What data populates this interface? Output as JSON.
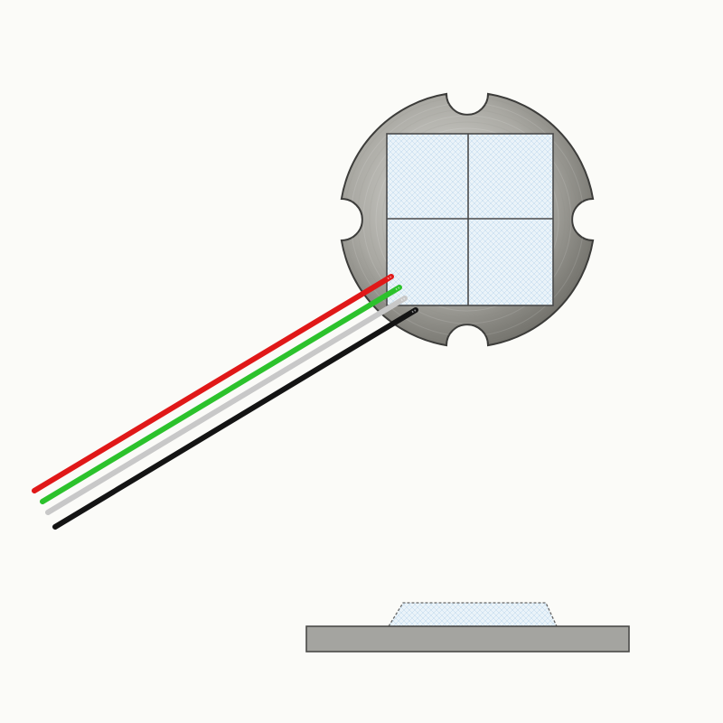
{
  "figure": {
    "background": "#fbfbf8",
    "components": [
      {
        "name": "star-led-board",
        "kind": "round metal-core PCB with four edge notches"
      },
      {
        "name": "led-die-array",
        "kind": "2x2 chip array, square"
      },
      {
        "name": "wire-bundle",
        "kind": "four lead wires"
      },
      {
        "name": "side-profile",
        "kind": "cross-section of board with domed phosphor cap"
      }
    ]
  },
  "colors": {
    "board_light": "#dcdcd8",
    "board_mid": "#a9a8a2",
    "board_dark": "#6f6e68",
    "board_outline": "#3c3c3a",
    "chip_fill": "#eaf3f9",
    "chip_mesh": "#b9d6ea",
    "chip_divider": "#4a4a4a",
    "substrate_fill": "#a4a4a0",
    "dome_fill": "#e8f2f8"
  },
  "wires": [
    {
      "name": "red-wire",
      "color": "#e01818"
    },
    {
      "name": "green-wire",
      "color": "#2cc22c"
    },
    {
      "name": "gray-wire",
      "color": "#c8c8c8"
    },
    {
      "name": "black-wire",
      "color": "#141414"
    }
  ]
}
